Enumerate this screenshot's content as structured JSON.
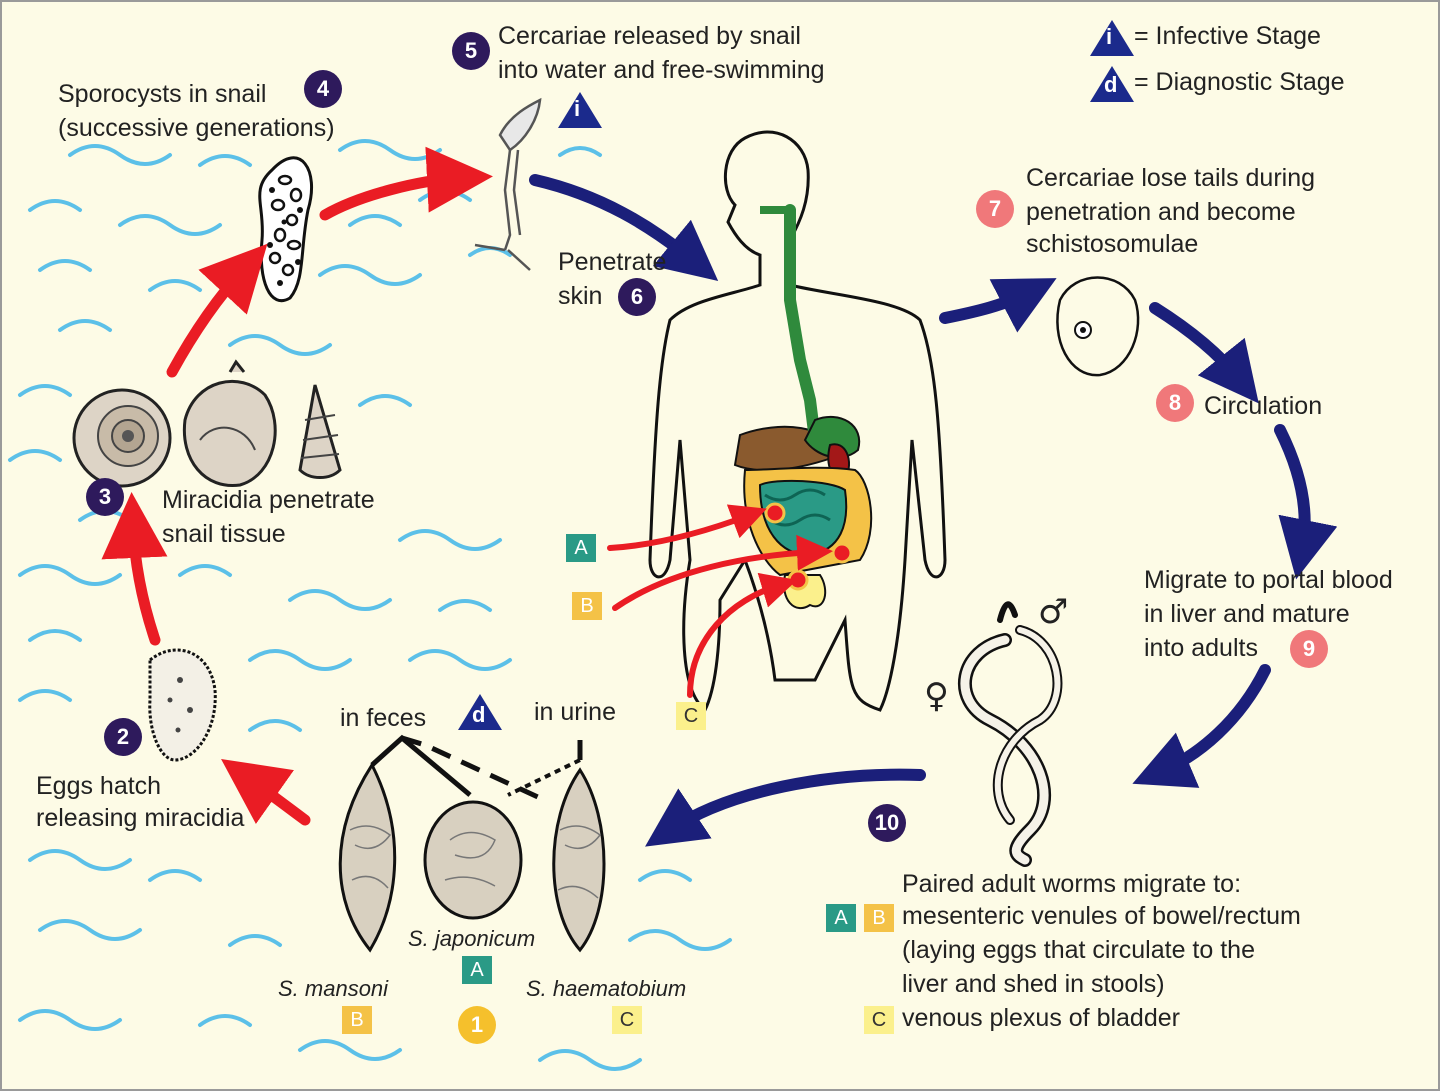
{
  "legend": {
    "infective_letter": "i",
    "infective_text": "= Infective Stage",
    "diagnostic_letter": "d",
    "diagnostic_text": "= Diagnostic Stage"
  },
  "stages": {
    "s1": {
      "num": "1"
    },
    "s2": {
      "num": "2",
      "line1": "Eggs hatch",
      "line2": "releasing miracidia"
    },
    "s3": {
      "num": "3",
      "line1": "Miracidia penetrate",
      "line2": "snail tissue"
    },
    "s4": {
      "num": "4",
      "line1": "Sporocysts in snail",
      "line2": "(successive generations)"
    },
    "s5": {
      "num": "5",
      "line1": "Cercariae released by snail",
      "line2": "into water and free-swimming"
    },
    "s6": {
      "num": "6",
      "line1": "Penetrate",
      "line2": "skin"
    },
    "s7": {
      "num": "7",
      "line1": "Cercariae lose tails during",
      "line2": "penetration and become",
      "line3": "schistosomulae"
    },
    "s8": {
      "num": "8",
      "line1": "Circulation"
    },
    "s9": {
      "num": "9",
      "line1": "Migrate to portal blood",
      "line2": "in liver and mature",
      "line3": "into adults"
    },
    "s10": {
      "num": "10",
      "line1": "Paired adult worms migrate to:",
      "line2": "mesenteric venules of bowel/rectum",
      "line3": "(laying eggs that circulate to the",
      "line4": "liver and shed in stools)",
      "line5": "venous plexus of bladder"
    }
  },
  "eggs": {
    "in_feces": "in feces",
    "in_urine": "in urine",
    "mansoni": "S. mansoni",
    "japonicum": "S. japonicum",
    "haematobium": "S. haematobium"
  },
  "sites": {
    "a": "A",
    "b": "B",
    "c": "C"
  },
  "symbols": {
    "male": "♂",
    "female": "♀"
  },
  "colors": {
    "background": "#fdfbe6",
    "red_arrow": "#ea1c24",
    "blue_arrow": "#1b1f7a",
    "purple_circle": "#2e1a5c",
    "salmon_circle": "#f0787a",
    "teal_box": "#2a9a86",
    "amber_box": "#f4c247",
    "yellow_box": "#fbf08c",
    "water": "#5cc0e8",
    "gut_green": "#2f8a3c"
  }
}
